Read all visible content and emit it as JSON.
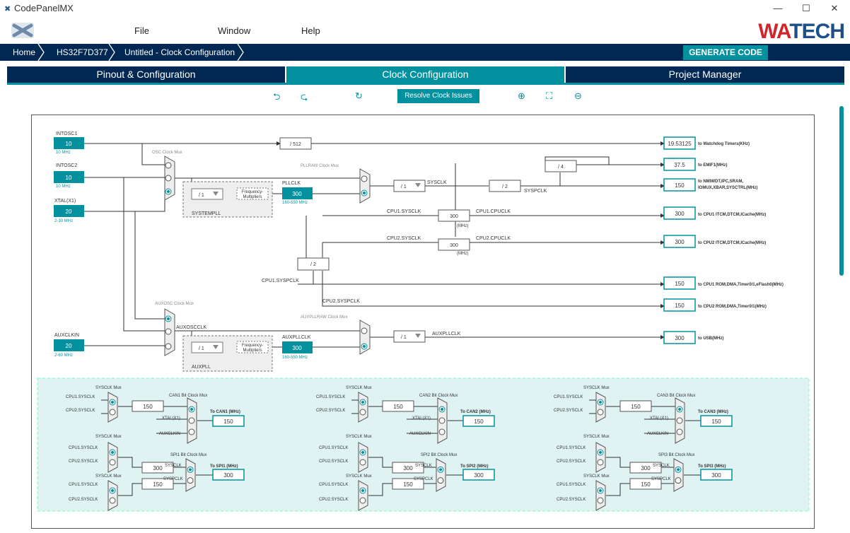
{
  "app": {
    "title": "CodePanelMX",
    "brand": "WATECH"
  },
  "window_controls": [
    "—",
    "☐",
    "✕"
  ],
  "menu": [
    {
      "label": "File"
    },
    {
      "label": "Window"
    },
    {
      "label": "Help"
    }
  ],
  "breadcrumb": [
    "Home",
    "HS32F7D377",
    "Untitled - Clock Configuration"
  ],
  "generate_label": "GENERATE CODE",
  "tabs": [
    {
      "label": "Pinout & Configuration"
    },
    {
      "label": "Clock Configuration"
    },
    {
      "label": "Project Manager"
    }
  ],
  "toolbar": {
    "resolve_label": "Resolve Clock Issues"
  },
  "sources": {
    "intosc1": {
      "label": "INTOSC1",
      "value": "10",
      "range": "10 MHz"
    },
    "intosc2": {
      "label": "INTOSC2",
      "value": "10",
      "range": "10 MHz"
    },
    "xtal": {
      "label": "XTAL(X1)",
      "value": "20",
      "range": "2-30 MHz"
    },
    "auxclkin": {
      "label": "AUXCLKIN",
      "value": "20",
      "range": "2-60 MHz"
    }
  },
  "diagram": {
    "osc_mux": "OSC Clock Mux",
    "pllraw_mux": "PLLRAW Clock Mux",
    "auxosc_mux": "AUXOSC Clock Mux",
    "auxpllraw_mux": "AUXPLLRAW Clock Mux",
    "div512": "/ 512",
    "div1_pll": "/ 1",
    "freq_mult": "Frequency-Multipliers",
    "freq_mult_a": "Frequency-",
    "freq_mult_b": "Multipliers",
    "systempll": "SYSTEMPLL",
    "pllclk": "PLLCLK",
    "pllclk_value": "300",
    "pll_range": "160-550 MHz",
    "div1_sys": "/ 1",
    "sysclk": "SYSCLK",
    "div2_sys": "/ 2",
    "div4": "/ 4",
    "sysplck": "SYSPCLK",
    "cpu1_sysclk": "CPU1.SYSCLK",
    "cpu1_cpuclk": "CPU1.CPUCLK",
    "cpu1_value": "300",
    "cpu2_sysclk": "CPU2.SYSCLK",
    "cpu2_cpuclk": "CPU2.CPUCLK",
    "cpu2_value": "300",
    "mhz": "(MHz)",
    "div2_mid": "/ 2",
    "cpu1_syspclk": "CPU1.SYSPCLK",
    "cpu2_syspclk": "CPU2.SYSPCLK",
    "auxoscclk": "AUXOSCCLK",
    "div1_aux": "/ 1",
    "auxpll": "AUXPLL",
    "auxpllclk": "AUXPLLCLK",
    "auxpllclk_value": "300",
    "aux_range": "160-550 MHz",
    "div1_auxout": "/ 1",
    "auxpllclk_out": "AUXPLLCLK"
  },
  "outputs": [
    {
      "value": "19.53125",
      "label": "to Watchdog Timers(KHz)"
    },
    {
      "value": "37.5",
      "label": "to EMIF1(MHz)"
    },
    {
      "value": "150",
      "label": "to NMIWDT,IPC,SRAM,",
      "label2": "IOMUX,XBAR,SYSCTRL(MHz)"
    },
    {
      "value": "300",
      "label": "to CPU1 ITCM,DTCM,ICache(MHz)"
    },
    {
      "value": "300",
      "label": "to CPU2 ITCM,DTCM,ICache(MHz)"
    },
    {
      "value": "150",
      "label": "to CPU1 ROM,DMA,Timer0/1,eFlash0(MHz)"
    },
    {
      "value": "150",
      "label": "to CPU2 ROM,DMA,Timer0/1(MHz)"
    },
    {
      "value": "300",
      "label": "to USB(MHz)"
    }
  ],
  "peripherals": {
    "sysclk_mux": "SYSCLK Mux",
    "in_cpu1": "CPU1.SYSCLK",
    "in_cpu2": "CPU2.SYSCLK",
    "in_xtal": "XTAL(X1)",
    "in_aux": "AUXCLKIN",
    "in_sysclk": "SYSCLK",
    "in_sysplck": "SYSPCLK",
    "groups": [
      {
        "can_mux": "CAN1 Bit Clock Mux",
        "can_mid": "150",
        "can_to": "To CAN1 (MHz)",
        "can_out": "150",
        "spi_mux": "SPI1 Bit Clock Mux",
        "spi_mid1": "300",
        "spi_mid2": "150",
        "spi_to": "To SPI1 (MHz)",
        "spi_out": "300"
      },
      {
        "can_mux": "CAN2 Bit Clock Mux",
        "can_mid": "150",
        "can_to": "To CAN2 (MHz)",
        "can_out": "150",
        "spi_mux": "SPI2 Bit Clock Mux",
        "spi_mid1": "300",
        "spi_mid2": "150",
        "spi_to": "To SPI2 (MHz)",
        "spi_out": "300"
      },
      {
        "can_mux": "CAN3 Bit Clock Mux",
        "can_mid": "150",
        "can_to": "To CAN3 (MHz)",
        "can_out": "150",
        "spi_mux": "SPI3 Bit Clock Mux",
        "spi_mid1": "300",
        "spi_mid2": "150",
        "spi_to": "To SPI3 (MHz)",
        "spi_out": "300"
      }
    ]
  }
}
